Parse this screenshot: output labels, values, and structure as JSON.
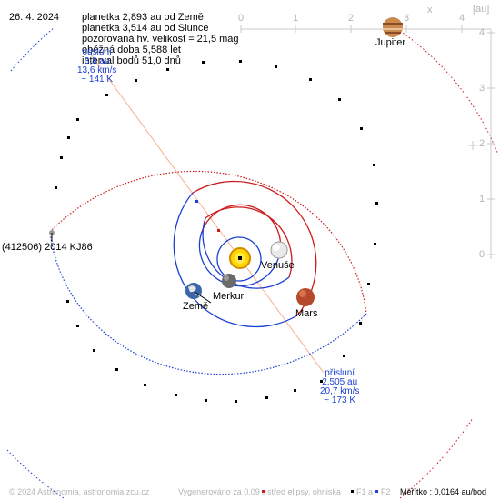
{
  "date": "26. 4. 2024",
  "info": {
    "line1": "planetka 2,893 au od Země",
    "line2": "planetka 3,514 au od Slunce",
    "line3": "pozorovaná hv. velikost = 21,5 mag",
    "line4": "oběžná doba 5,588 let",
    "line5": "interval bodů 51,0 dnů"
  },
  "aphelion": {
    "label": "odsluní",
    "distance": "3,8 au",
    "speed": "13,6 km/s",
    "temp": "~ 141 K"
  },
  "perihelion": {
    "label": "přísluní",
    "distance": "2,505 au",
    "speed": "20,7 km/s",
    "temp": "~ 173 K"
  },
  "asteroid": {
    "name": "(412506) 2014 KJ86"
  },
  "bodies": {
    "jupiter": "Jupiter",
    "venus": "Venuše",
    "mercury": "Merkur",
    "earth": "Země",
    "mars": "Mars"
  },
  "axes": {
    "x_ticks": [
      "0",
      "1",
      "2",
      "3",
      "4"
    ],
    "x_label": "x",
    "y_ticks": [
      "4",
      "3",
      "2",
      "1",
      "0"
    ],
    "unit": "[au]"
  },
  "footer": {
    "copyright": "© 2024 Astronomia, astronomia.zcu.cz",
    "generated": "Vygenerováno za 0,09 s",
    "legend_center": "střed elipsy, ohniska",
    "legend_f1": "F1 a",
    "legend_f2": "F2",
    "scale": "Měřítko : 0,0164 au/bod"
  },
  "colors": {
    "red_orbit": "#cc1a1a",
    "blue_orbit": "#1a3fd4",
    "axis": "#c8c8c8",
    "apsides_line": "#f4b08a",
    "sun": "#ffd700"
  }
}
